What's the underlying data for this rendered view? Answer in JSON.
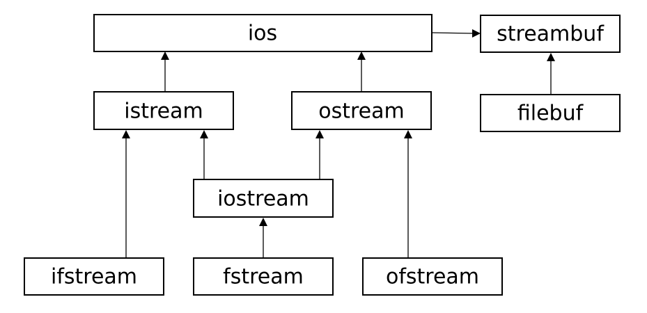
{
  "diagram": {
    "type": "class-hierarchy",
    "nodes": {
      "ios": {
        "label": "ios"
      },
      "streambuf": {
        "label": "streambuf"
      },
      "istream": {
        "label": "istream"
      },
      "ostream": {
        "label": "ostream"
      },
      "filebuf": {
        "label": "filebuf"
      },
      "iostream": {
        "label": "iostream"
      },
      "ifstream": {
        "label": "ifstream"
      },
      "fstream": {
        "label": "fstream"
      },
      "ofstream": {
        "label": "ofstream"
      }
    },
    "edges": [
      {
        "from": "istream",
        "to": "ios"
      },
      {
        "from": "ostream",
        "to": "ios"
      },
      {
        "from": "ios",
        "to": "streambuf"
      },
      {
        "from": "filebuf",
        "to": "streambuf"
      },
      {
        "from": "iostream",
        "to": "istream"
      },
      {
        "from": "iostream",
        "to": "ostream"
      },
      {
        "from": "ifstream",
        "to": "istream"
      },
      {
        "from": "fstream",
        "to": "iostream"
      },
      {
        "from": "ofstream",
        "to": "ostream"
      }
    ],
    "colors": {
      "stroke": "#000000",
      "fill": "#ffffff",
      "text": "#000000"
    }
  }
}
